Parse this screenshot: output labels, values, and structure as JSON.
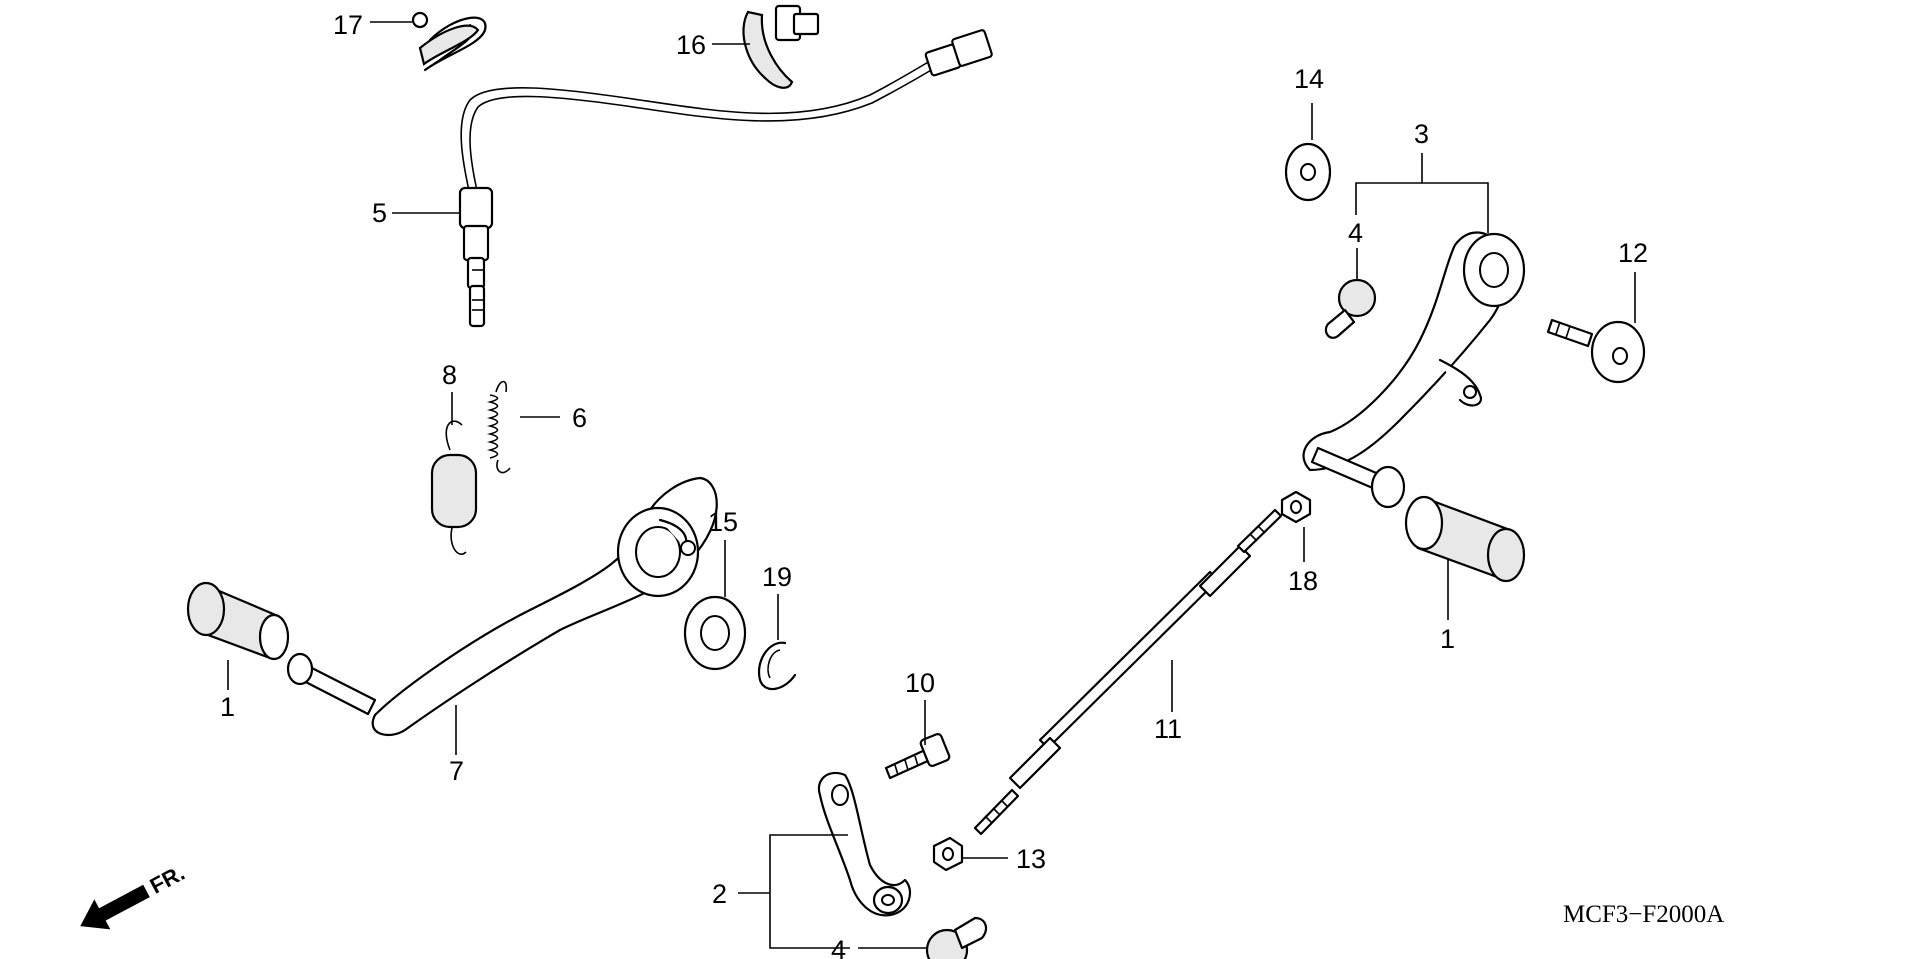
{
  "diagram_code": "MCF3−F2000A",
  "front_label": "FR.",
  "callouts": [
    {
      "id": "c17",
      "label": "17"
    },
    {
      "id": "c16",
      "label": "16"
    },
    {
      "id": "c5",
      "label": "5"
    },
    {
      "id": "c8",
      "label": "8"
    },
    {
      "id": "c6",
      "label": "6"
    },
    {
      "id": "c15",
      "label": "15"
    },
    {
      "id": "c19",
      "label": "19"
    },
    {
      "id": "c1a",
      "label": "1"
    },
    {
      "id": "c7",
      "label": "7"
    },
    {
      "id": "c10",
      "label": "10"
    },
    {
      "id": "c2",
      "label": "2"
    },
    {
      "id": "c4a",
      "label": "4"
    },
    {
      "id": "c13",
      "label": "13"
    },
    {
      "id": "c11",
      "label": "11"
    },
    {
      "id": "c18",
      "label": "18"
    },
    {
      "id": "c14",
      "label": "14"
    },
    {
      "id": "c3",
      "label": "3"
    },
    {
      "id": "c4b",
      "label": "4"
    },
    {
      "id": "c12",
      "label": "12"
    },
    {
      "id": "c1b",
      "label": "1"
    }
  ]
}
